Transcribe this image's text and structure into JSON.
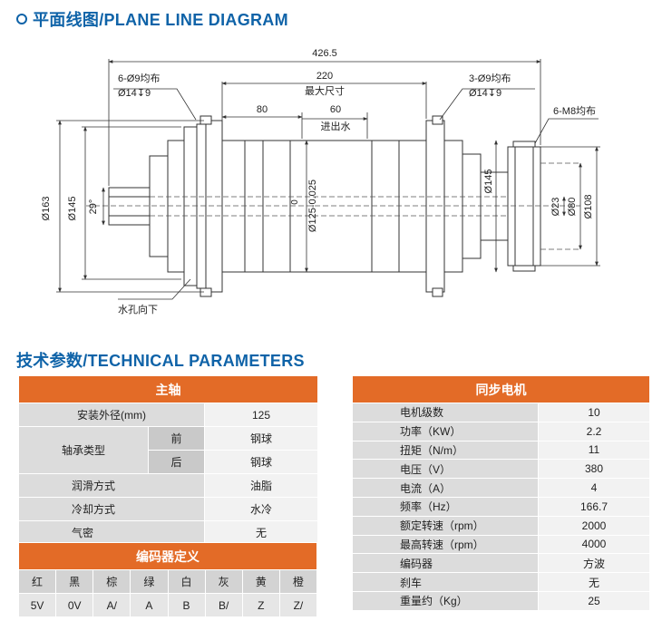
{
  "plane": {
    "title": "平面线图/PLANE LINE DIAGRAM"
  },
  "tech": {
    "title": "技术参数/TECHNICAL PARAMETERS"
  },
  "diagram": {
    "dim_total": "426.5",
    "dim_max": "220",
    "dim_max_label": "最大尺寸",
    "dim_80": "80",
    "dim_60": "60",
    "dim_60_label": "进出水",
    "holes_left": "6-Ø9均布",
    "holes_left_cb": "Ø14↧9",
    "holes_right": "3-Ø9均布",
    "holes_right_cb": "Ø14↧9",
    "thread_m8": "6-M8均布",
    "d163": "Ø163",
    "d145": "Ø145",
    "angle": "29°",
    "tol": "0",
    "d125": "Ø125-0.025",
    "d145b": "Ø145",
    "d23": "Ø23",
    "d80": "Ø80",
    "d108": "Ø108",
    "water_hole": "水孔向下"
  },
  "spindle": {
    "title": "主轴",
    "install_label": "安装外径(mm)",
    "install_value": "125",
    "bearing_label": "轴承类型",
    "front_label": "前",
    "front_value": "钢球",
    "rear_label": "后",
    "rear_value": "钢球",
    "lube_label": "润滑方式",
    "lube_value": "油脂",
    "cool_label": "冷却方式",
    "cool_value": "水冷",
    "seal_label": "气密",
    "seal_value": "无"
  },
  "encoder": {
    "title": "编码器定义",
    "colors": [
      "红",
      "黑",
      "棕",
      "绿",
      "白",
      "灰",
      "黄",
      "橙"
    ],
    "signals": [
      "5V",
      "0V",
      "A/",
      "A",
      "B",
      "B/",
      "Z",
      "Z/"
    ]
  },
  "motor": {
    "title": "同步电机",
    "rows": [
      {
        "label": "电机级数",
        "value": "10"
      },
      {
        "label": "功率（KW）",
        "value": "2.2"
      },
      {
        "label": "扭矩（N/m）",
        "value": "11"
      },
      {
        "label": "电压（V）",
        "value": "380"
      },
      {
        "label": "电流（A）",
        "value": "4"
      },
      {
        "label": "频率（Hz）",
        "value": "166.7"
      },
      {
        "label": "额定转速（rpm）",
        "value": "2000"
      },
      {
        "label": "最高转速（rpm）",
        "value": "4000"
      },
      {
        "label": "编码器",
        "value": "方波"
      },
      {
        "label": "刹车",
        "value": "无"
      },
      {
        "label": "重量约（Kg）",
        "value": "25"
      }
    ]
  }
}
